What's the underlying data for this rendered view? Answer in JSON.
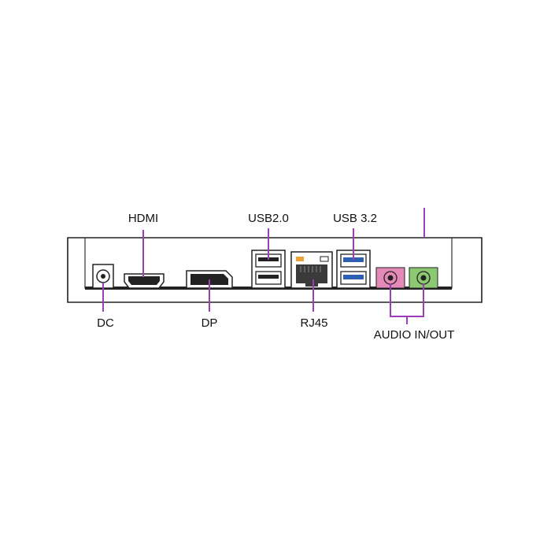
{
  "colors": {
    "callout_line": "#9b3fb8",
    "chassis_stroke": "#222222",
    "audio_in": "#e58ab8",
    "audio_out": "#8cc972",
    "usb3_blue": "#2f5fb3",
    "led_orange": "#e9a33a"
  },
  "labels": {
    "hdmi": "HDMI",
    "usb2": "USB2.0",
    "usb3": "USB 3.2",
    "dc": "DC",
    "dp": "DP",
    "rj45": "RJ45",
    "audio": "AUDIO IN/OUT"
  }
}
